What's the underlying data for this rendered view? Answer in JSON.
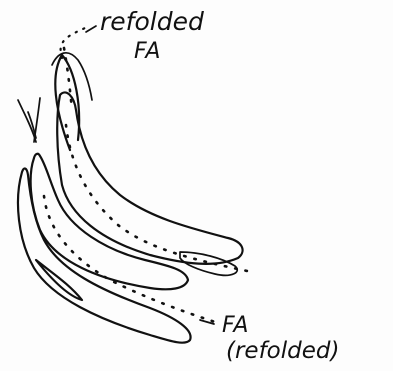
{
  "labels": {
    "refolded_line1": "refolded",
    "refolded_line2": "FA",
    "fa_line1": "FA",
    "fa_line2": "(refolded)"
  },
  "colors": {
    "ink": "#111111",
    "paper": "#fdfdfd"
  }
}
